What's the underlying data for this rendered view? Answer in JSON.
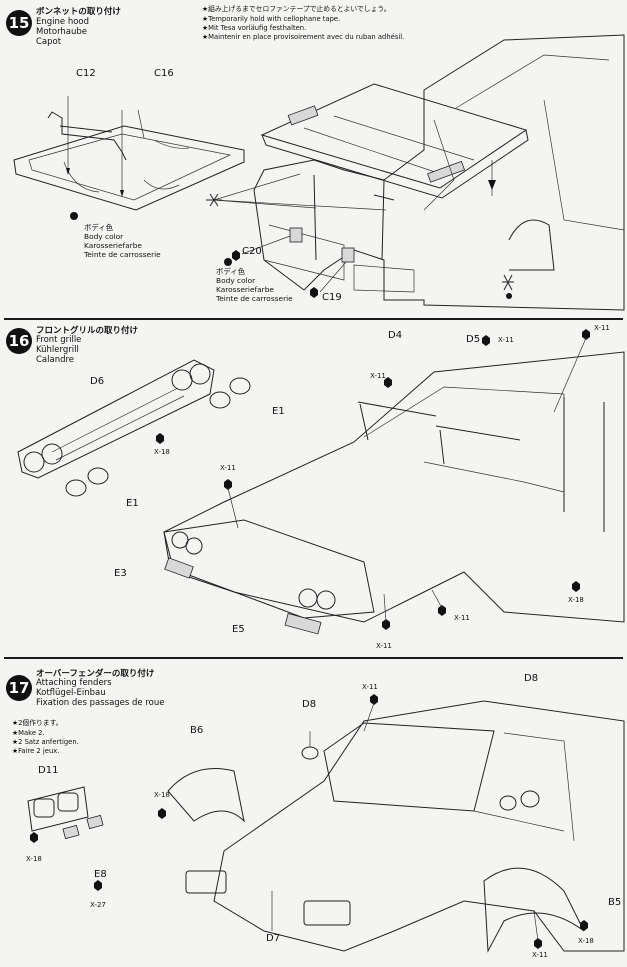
{
  "step15": {
    "number": "15",
    "title_ja": "ボンネットの取り付け",
    "title_en": "Engine hood",
    "title_de": "Motorhaube",
    "title_fr": "Capot",
    "note": [
      "★組み上げるまでセロファンテープで止めるとよいでしょう。",
      "★Temporarily hold with cellophane tape.",
      "★Mit Tesa vorläufig festhalten.",
      "★Maintenir en place provisoirement avec du ruban adhésil."
    ],
    "parts": {
      "c12": "C12",
      "c16": "C16",
      "c20": "C20",
      "c19": "C19"
    },
    "body_color_1": [
      "ボディ色",
      "Body color",
      "Karosseriefarbe",
      "Teinte de carrosserie"
    ],
    "body_color_2": [
      "ボディ色",
      "Body color",
      "Karosseriefarbe",
      "Teinte de carrosserie"
    ]
  },
  "step16": {
    "number": "16",
    "title_ja": "フロントグリルの取り付け",
    "title_en": "Front grille",
    "title_de": "Kühlergrill",
    "title_fr": "Calandre",
    "parts": {
      "d6": "D6",
      "d4": "D4",
      "d5": "D5",
      "e1a": "E1",
      "e1b": "E1",
      "e3": "E3",
      "e5": "E5"
    },
    "x_labels": {
      "x18a": "X-18",
      "x11a": "X-11",
      "x11b": "X-11",
      "x11c": "X-11",
      "x11d": "X-11",
      "x11e": "X-11",
      "x11f": "X-11",
      "x18b": "X-18"
    }
  },
  "step17": {
    "number": "17",
    "title_ja": "オーバーフェンダーの取り付け",
    "title_en": "Attaching fenders",
    "title_de": "Kotflügel-Einbau",
    "title_fr": "Fixation des passages de roue",
    "note": [
      "★2個作ります。",
      "★Make 2.",
      "★2 Satz anfertigen.",
      "★Faire 2 jeux."
    ],
    "parts": {
      "d11": "D11",
      "e8": "E8",
      "b6": "B6",
      "d8a": "D8",
      "d8b": "D8",
      "d7": "D7",
      "b5": "B5"
    },
    "x_labels": {
      "x18a": "X-18",
      "x27": "X-27",
      "x18b": "X-18",
      "x11a": "X-11",
      "x11b": "X-11",
      "x18c": "X-18"
    }
  }
}
